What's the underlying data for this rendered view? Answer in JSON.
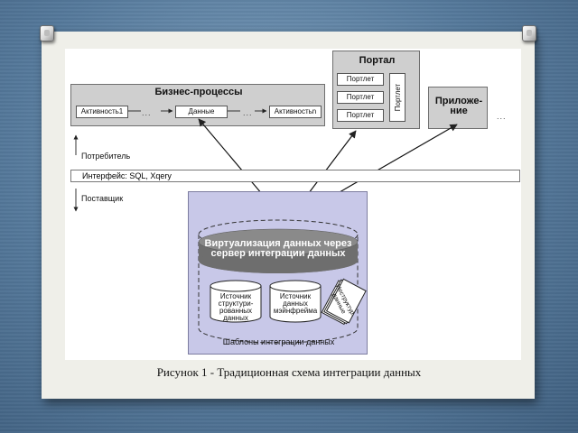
{
  "diagram": {
    "business_processes": {
      "title": "Бизнес-процессы",
      "activity1": "Активность1",
      "data": "Данные",
      "activityn": "Активностьn"
    },
    "portal": {
      "title": "Портал",
      "portlets": [
        "Портлет",
        "Портлет",
        "Портлет"
      ],
      "portlet_vertical": "Портлет"
    },
    "application": {
      "title": "Приложе-\nние"
    },
    "ellipsis": "...",
    "consumer": "Потребитель",
    "interface": "Интерфейс: SQL, Xqery",
    "supplier": "Поставщик",
    "virtualization": {
      "line1": "Виртуализация данных через",
      "line2": "сервер интеграции данных"
    },
    "source_structured": "Источник структури-рованных данных",
    "source_mainframe": "Источник данных мэйнфрейма",
    "unstructured": "Неструктур. данные",
    "templates": "Шаблоны интеграции данных"
  },
  "caption": "Рисунок 1 - Традиционная схема интеграции данных",
  "colors": {
    "background": "#5a7d9f",
    "card": "#efefe9",
    "box_gray": "#cfcfcf",
    "integration_panel": "#c8c8e8"
  }
}
